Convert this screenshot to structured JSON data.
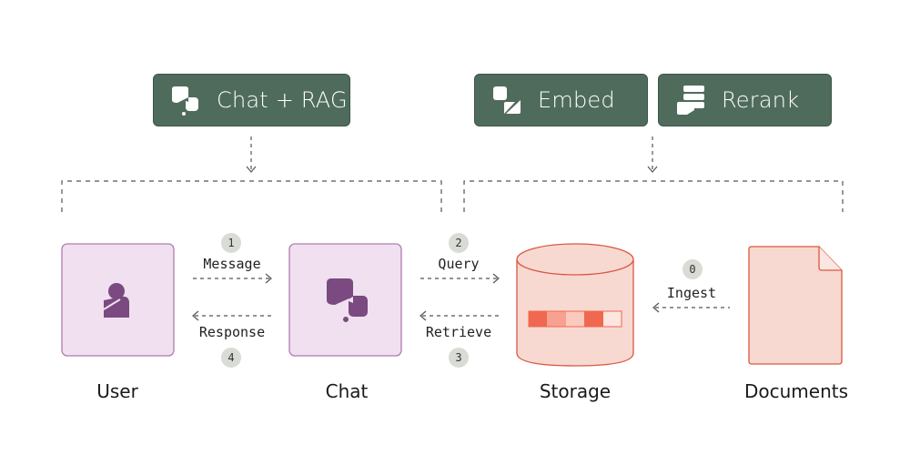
{
  "tools": {
    "chat_rag": {
      "label": "Chat + RAG",
      "icon": "chat-bubbles-icon"
    },
    "embed": {
      "label": "Embed",
      "icon": "embed-icon"
    },
    "rerank": {
      "label": "Rerank",
      "icon": "rerank-icon"
    }
  },
  "nodes": {
    "user": {
      "label": "User",
      "icon": "user-icon"
    },
    "chat": {
      "label": "Chat",
      "icon": "chat-bubbles-icon"
    },
    "storage": {
      "label": "Storage",
      "icon": "database-icon"
    },
    "documents": {
      "label": "Documents",
      "icon": "document-icon"
    }
  },
  "steps": {
    "message": {
      "number": "1",
      "label": "Message"
    },
    "query": {
      "number": "2",
      "label": "Query"
    },
    "retrieve": {
      "number": "3",
      "label": "Retrieve"
    },
    "response": {
      "number": "4",
      "label": "Response"
    },
    "ingest": {
      "number": "0",
      "label": "Ingest"
    }
  },
  "colors": {
    "pill_fill": "#4f6b5c",
    "node_purple_fill": "#f0e0f0",
    "node_purple_stroke": "#b07cb0",
    "icon_purple": "#7a4a80",
    "storage_fill": "#f8d9d2",
    "storage_stroke": "#d9573f",
    "badge_fill": "#d9dbd5"
  }
}
